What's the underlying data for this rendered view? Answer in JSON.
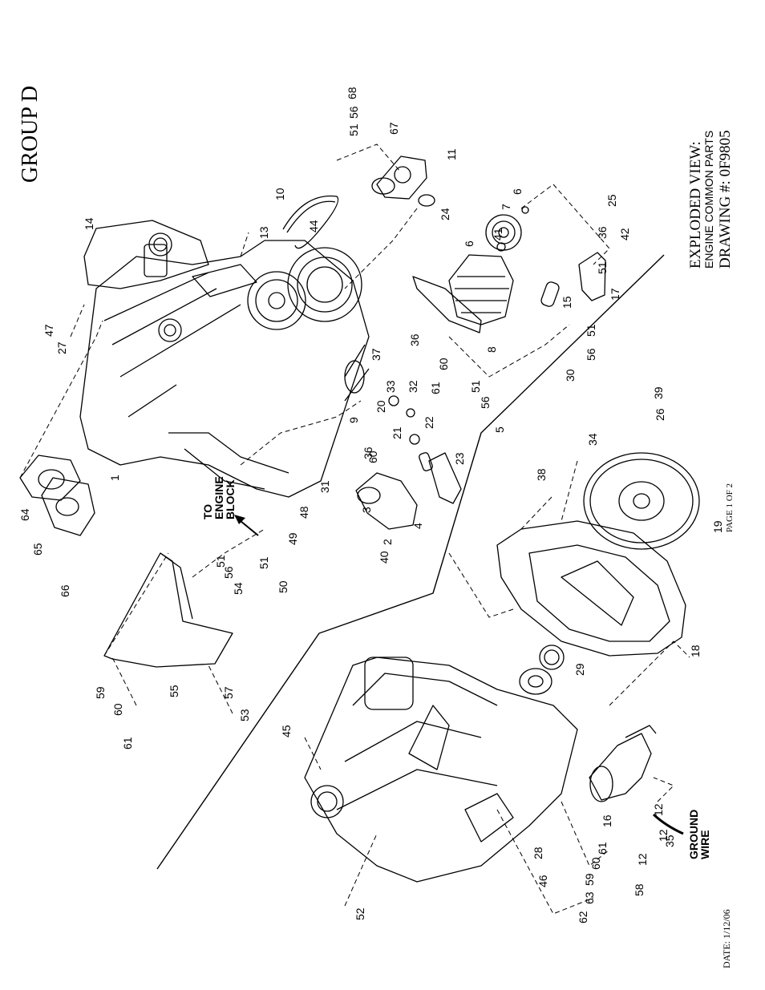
{
  "header": {
    "group": "GROUP D"
  },
  "title_block": {
    "line1": "EXPLODED VIEW:",
    "line2": "ENGINE COMMON PARTS",
    "line3": "DRAWING #: 0F9805"
  },
  "page_label": "PAGE 1 OF 2",
  "date": "DATE: 1/12/06",
  "callouts": {
    "to_engine_block": [
      "TO",
      "ENGINE",
      "BLOCK"
    ],
    "ground_wire": [
      "GROUND",
      "WIRE"
    ]
  },
  "parts": [
    {
      "id": "p1",
      "n": "1"
    },
    {
      "id": "p2",
      "n": "2"
    },
    {
      "id": "p3",
      "n": "3"
    },
    {
      "id": "p4",
      "n": "4"
    },
    {
      "id": "p5",
      "n": "5"
    },
    {
      "id": "p6a",
      "n": "6"
    },
    {
      "id": "p6b",
      "n": "6"
    },
    {
      "id": "p7",
      "n": "7"
    },
    {
      "id": "p8",
      "n": "8"
    },
    {
      "id": "p9",
      "n": "9"
    },
    {
      "id": "p10",
      "n": "10"
    },
    {
      "id": "p11",
      "n": "11"
    },
    {
      "id": "p12a",
      "n": "12"
    },
    {
      "id": "p12b",
      "n": "12"
    },
    {
      "id": "p12c",
      "n": "12"
    },
    {
      "id": "p13",
      "n": "13"
    },
    {
      "id": "p14",
      "n": "14"
    },
    {
      "id": "p15",
      "n": "15"
    },
    {
      "id": "p16",
      "n": "16"
    },
    {
      "id": "p17",
      "n": "17"
    },
    {
      "id": "p18",
      "n": "18"
    },
    {
      "id": "p19",
      "n": "19"
    },
    {
      "id": "p20",
      "n": "20"
    },
    {
      "id": "p21",
      "n": "21"
    },
    {
      "id": "p22",
      "n": "22"
    },
    {
      "id": "p23",
      "n": "23"
    },
    {
      "id": "p24",
      "n": "24"
    },
    {
      "id": "p25",
      "n": "25"
    },
    {
      "id": "p26",
      "n": "26"
    },
    {
      "id": "p27",
      "n": "27"
    },
    {
      "id": "p28",
      "n": "28"
    },
    {
      "id": "p29",
      "n": "29"
    },
    {
      "id": "p30",
      "n": "30"
    },
    {
      "id": "p31",
      "n": "31"
    },
    {
      "id": "p32",
      "n": "32"
    },
    {
      "id": "p33",
      "n": "33"
    },
    {
      "id": "p34",
      "n": "34"
    },
    {
      "id": "p35",
      "n": "35"
    },
    {
      "id": "p36a",
      "n": "36"
    },
    {
      "id": "p36b",
      "n": "36"
    },
    {
      "id": "p36c",
      "n": "36"
    },
    {
      "id": "p37",
      "n": "37"
    },
    {
      "id": "p38",
      "n": "38"
    },
    {
      "id": "p39",
      "n": "39"
    },
    {
      "id": "p40",
      "n": "40"
    },
    {
      "id": "p41",
      "n": "41"
    },
    {
      "id": "p42",
      "n": "42"
    },
    {
      "id": "p44",
      "n": "44"
    },
    {
      "id": "p45",
      "n": "45"
    },
    {
      "id": "p46",
      "n": "46"
    },
    {
      "id": "p47",
      "n": "47"
    },
    {
      "id": "p48",
      "n": "48"
    },
    {
      "id": "p49",
      "n": "49"
    },
    {
      "id": "p50",
      "n": "50"
    },
    {
      "id": "p51a",
      "n": "51"
    },
    {
      "id": "p51b",
      "n": "51"
    },
    {
      "id": "p51c",
      "n": "51"
    },
    {
      "id": "p51d",
      "n": "51"
    },
    {
      "id": "p51e",
      "n": "51"
    },
    {
      "id": "p51f",
      "n": "51"
    },
    {
      "id": "p52",
      "n": "52"
    },
    {
      "id": "p53",
      "n": "53"
    },
    {
      "id": "p54",
      "n": "54"
    },
    {
      "id": "p55",
      "n": "55"
    },
    {
      "id": "p56a",
      "n": "56"
    },
    {
      "id": "p56b",
      "n": "56"
    },
    {
      "id": "p56c",
      "n": "56"
    },
    {
      "id": "p56d",
      "n": "56"
    },
    {
      "id": "p57",
      "n": "57"
    },
    {
      "id": "p58",
      "n": "58"
    },
    {
      "id": "p59a",
      "n": "59"
    },
    {
      "id": "p59b",
      "n": "59"
    },
    {
      "id": "p60a",
      "n": "60"
    },
    {
      "id": "p60b",
      "n": "60"
    },
    {
      "id": "p60c",
      "n": "60"
    },
    {
      "id": "p60d",
      "n": "60"
    },
    {
      "id": "p61a",
      "n": "61"
    },
    {
      "id": "p61b",
      "n": "61"
    },
    {
      "id": "p61c",
      "n": "61"
    },
    {
      "id": "p62",
      "n": "62"
    },
    {
      "id": "p63",
      "n": "63"
    },
    {
      "id": "p64",
      "n": "64"
    },
    {
      "id": "p65",
      "n": "65"
    },
    {
      "id": "p66",
      "n": "66"
    },
    {
      "id": "p67",
      "n": "67"
    },
    {
      "id": "p68",
      "n": "68"
    }
  ]
}
